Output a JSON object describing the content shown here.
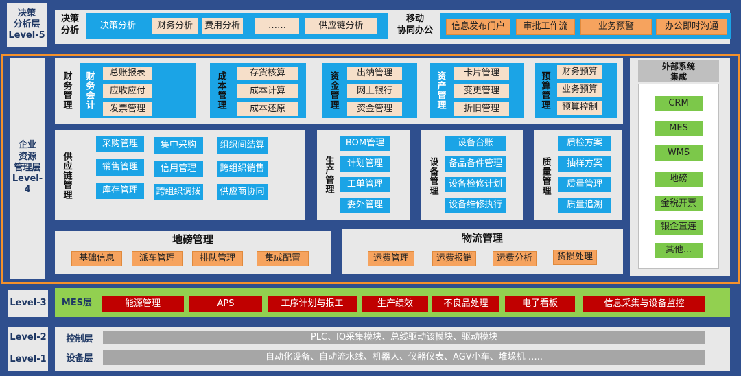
{
  "levels": {
    "l5": [
      "决策",
      "分析层",
      "Level-5"
    ],
    "l4": [
      "企业",
      "资源",
      "管理层",
      "Level-4"
    ],
    "l3": "Level-3",
    "l2": "Level-2",
    "l1": "Level-1"
  },
  "decision": {
    "title": [
      "决策",
      "分析"
    ],
    "label": "决策分析",
    "items": [
      "财务分析",
      "费用分析",
      "……",
      "供应链分析"
    ],
    "mobile_title": [
      "移动",
      "协同办公"
    ],
    "mobile_items": [
      "信息发布门户",
      "审批工作流",
      "业务预警",
      "办公即时沟通"
    ]
  },
  "finance": {
    "title": "财务管理",
    "groups": [
      {
        "name": "财务会计",
        "items": [
          "总账报表",
          "应收应付",
          "发票管理"
        ]
      },
      {
        "name": "成本管理",
        "items": [
          "存货核算",
          "成本计算",
          "成本还原"
        ]
      },
      {
        "name": "资金管理",
        "items": [
          "出纳管理",
          "网上银行",
          "资金管理"
        ]
      },
      {
        "name": "资产管理",
        "items": [
          "卡片管理",
          "变更管理",
          "折旧管理"
        ]
      },
      {
        "name": "预算管理",
        "items": [
          "财务预算",
          "业务预算",
          "预算控制"
        ]
      }
    ]
  },
  "supply": {
    "title": "供应链管理",
    "items": [
      "采购管理",
      "集中采购",
      "组织间结算",
      "销售管理",
      "信用管理",
      "跨组织销售",
      "库存管理",
      "跨组织调拨",
      "供应商协同"
    ]
  },
  "production": {
    "title": "生产管理",
    "items": [
      "BOM管理",
      "计划管理",
      "工单管理",
      "委外管理"
    ]
  },
  "equipment": {
    "title": "设备管理",
    "items": [
      "设备台账",
      "备品备件管理",
      "设备检修计划",
      "设备维修执行"
    ]
  },
  "quality": {
    "title": "质量管理",
    "items": [
      "质检方案",
      "抽样方案",
      "质量管理",
      "质量追溯"
    ]
  },
  "weighbridge": {
    "title": "地磅管理",
    "items": [
      "基础信息",
      "派车管理",
      "排队管理",
      "集成配置"
    ]
  },
  "logistics": {
    "title": "物流管理",
    "items": [
      "运费管理",
      "运费报销",
      "运费分析",
      "货损处理"
    ]
  },
  "external": {
    "title": [
      "外部系统",
      "集成"
    ],
    "items": [
      "CRM",
      "MES",
      "WMS",
      "地磅",
      "金税开票",
      "银企直连",
      "其他..."
    ]
  },
  "mes": {
    "title": "MES层",
    "items": [
      "能源管理",
      "APS",
      "工序计划与报工",
      "生产绩效",
      "不良品处理",
      "电子看板",
      "信息采集与设备监控"
    ]
  },
  "control": {
    "title": "控制层",
    "text": "PLC、IO采集模块、总线驱动该模块、驱动模块"
  },
  "device": {
    "title": "设备层",
    "text": "自动化设备、自动流水线、机器人、仪器仪表、AGV小车、堆垛机 ….."
  }
}
